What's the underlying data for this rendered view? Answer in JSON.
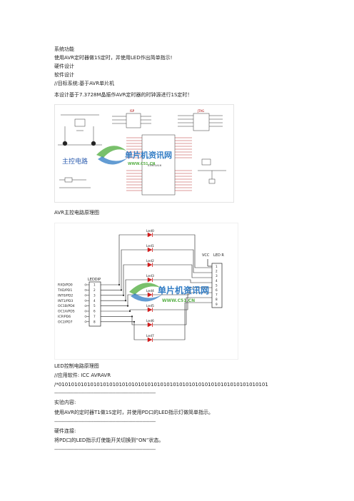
{
  "doc": {
    "lines_top": [
      "系统功能",
      "使用AVR定时器做1S定时，并使用LED作出简单指示!",
      "硬件设计",
      "软件设计",
      "//目标系统:基于AVR单片机",
      "本设计基于7.3728M晶振作AVR定时器的时钟源进行1S定时！"
    ],
    "caption1": "AVR主控电路原理图",
    "caption2": "LED控制电路原理图",
    "lines_bottom": [
      "//应用软件: ICC AVRAVR",
      "/*010101010101010101010101010101010101010101010101010101010101010101",
      "----------------------------------------------------------------------",
      "实验内容:",
      "使用AVR的定时器T1做1S定时，并使用PD口的LED指示灯做简单指示。",
      "----------------------------------------------------------------------",
      "硬件连接:",
      "将PD口的LED指示灯使能开关切换到“ON”状态。",
      "----------------------------------------------------------------------"
    ]
  },
  "figure1": {
    "label_isp": "ISP",
    "label_jtag": "JTAG",
    "label_title": "主控电路",
    "label_mega": "ATMEGA16",
    "watermark_cn": "单片机资讯网",
    "watermark_url": "WWW.C51.CN"
  },
  "figure2": {
    "leds": [
      "Led0",
      "Led1",
      "Led2",
      "Led3",
      "Led4",
      "Led5",
      "Led6",
      "Led7"
    ],
    "port_label": "LEDDIP",
    "pins": [
      "RXD/PD0",
      "TXD/PD1",
      "INT0/PD2",
      "INT1/PD3",
      "OC1B/PD4",
      "OC1A/PD5",
      "ICP/PD6",
      "OC2/PD7"
    ],
    "pin_numbers": [
      "1",
      "2",
      "3",
      "4",
      "5",
      "6",
      "7",
      "8"
    ],
    "vcc_label": "VCC",
    "res_label": "LED R",
    "res_numbers": [
      "1",
      "2",
      "3",
      "4",
      "5",
      "6",
      "7",
      "8",
      "9"
    ],
    "watermark_cn": "单片机资讯网",
    "watermark_url": "WWW.C51.CN"
  },
  "colors": {
    "text": "#222222",
    "led": "#d21e1e",
    "watermark_blue": "#2f7bc4",
    "watermark_green": "#58b046"
  }
}
